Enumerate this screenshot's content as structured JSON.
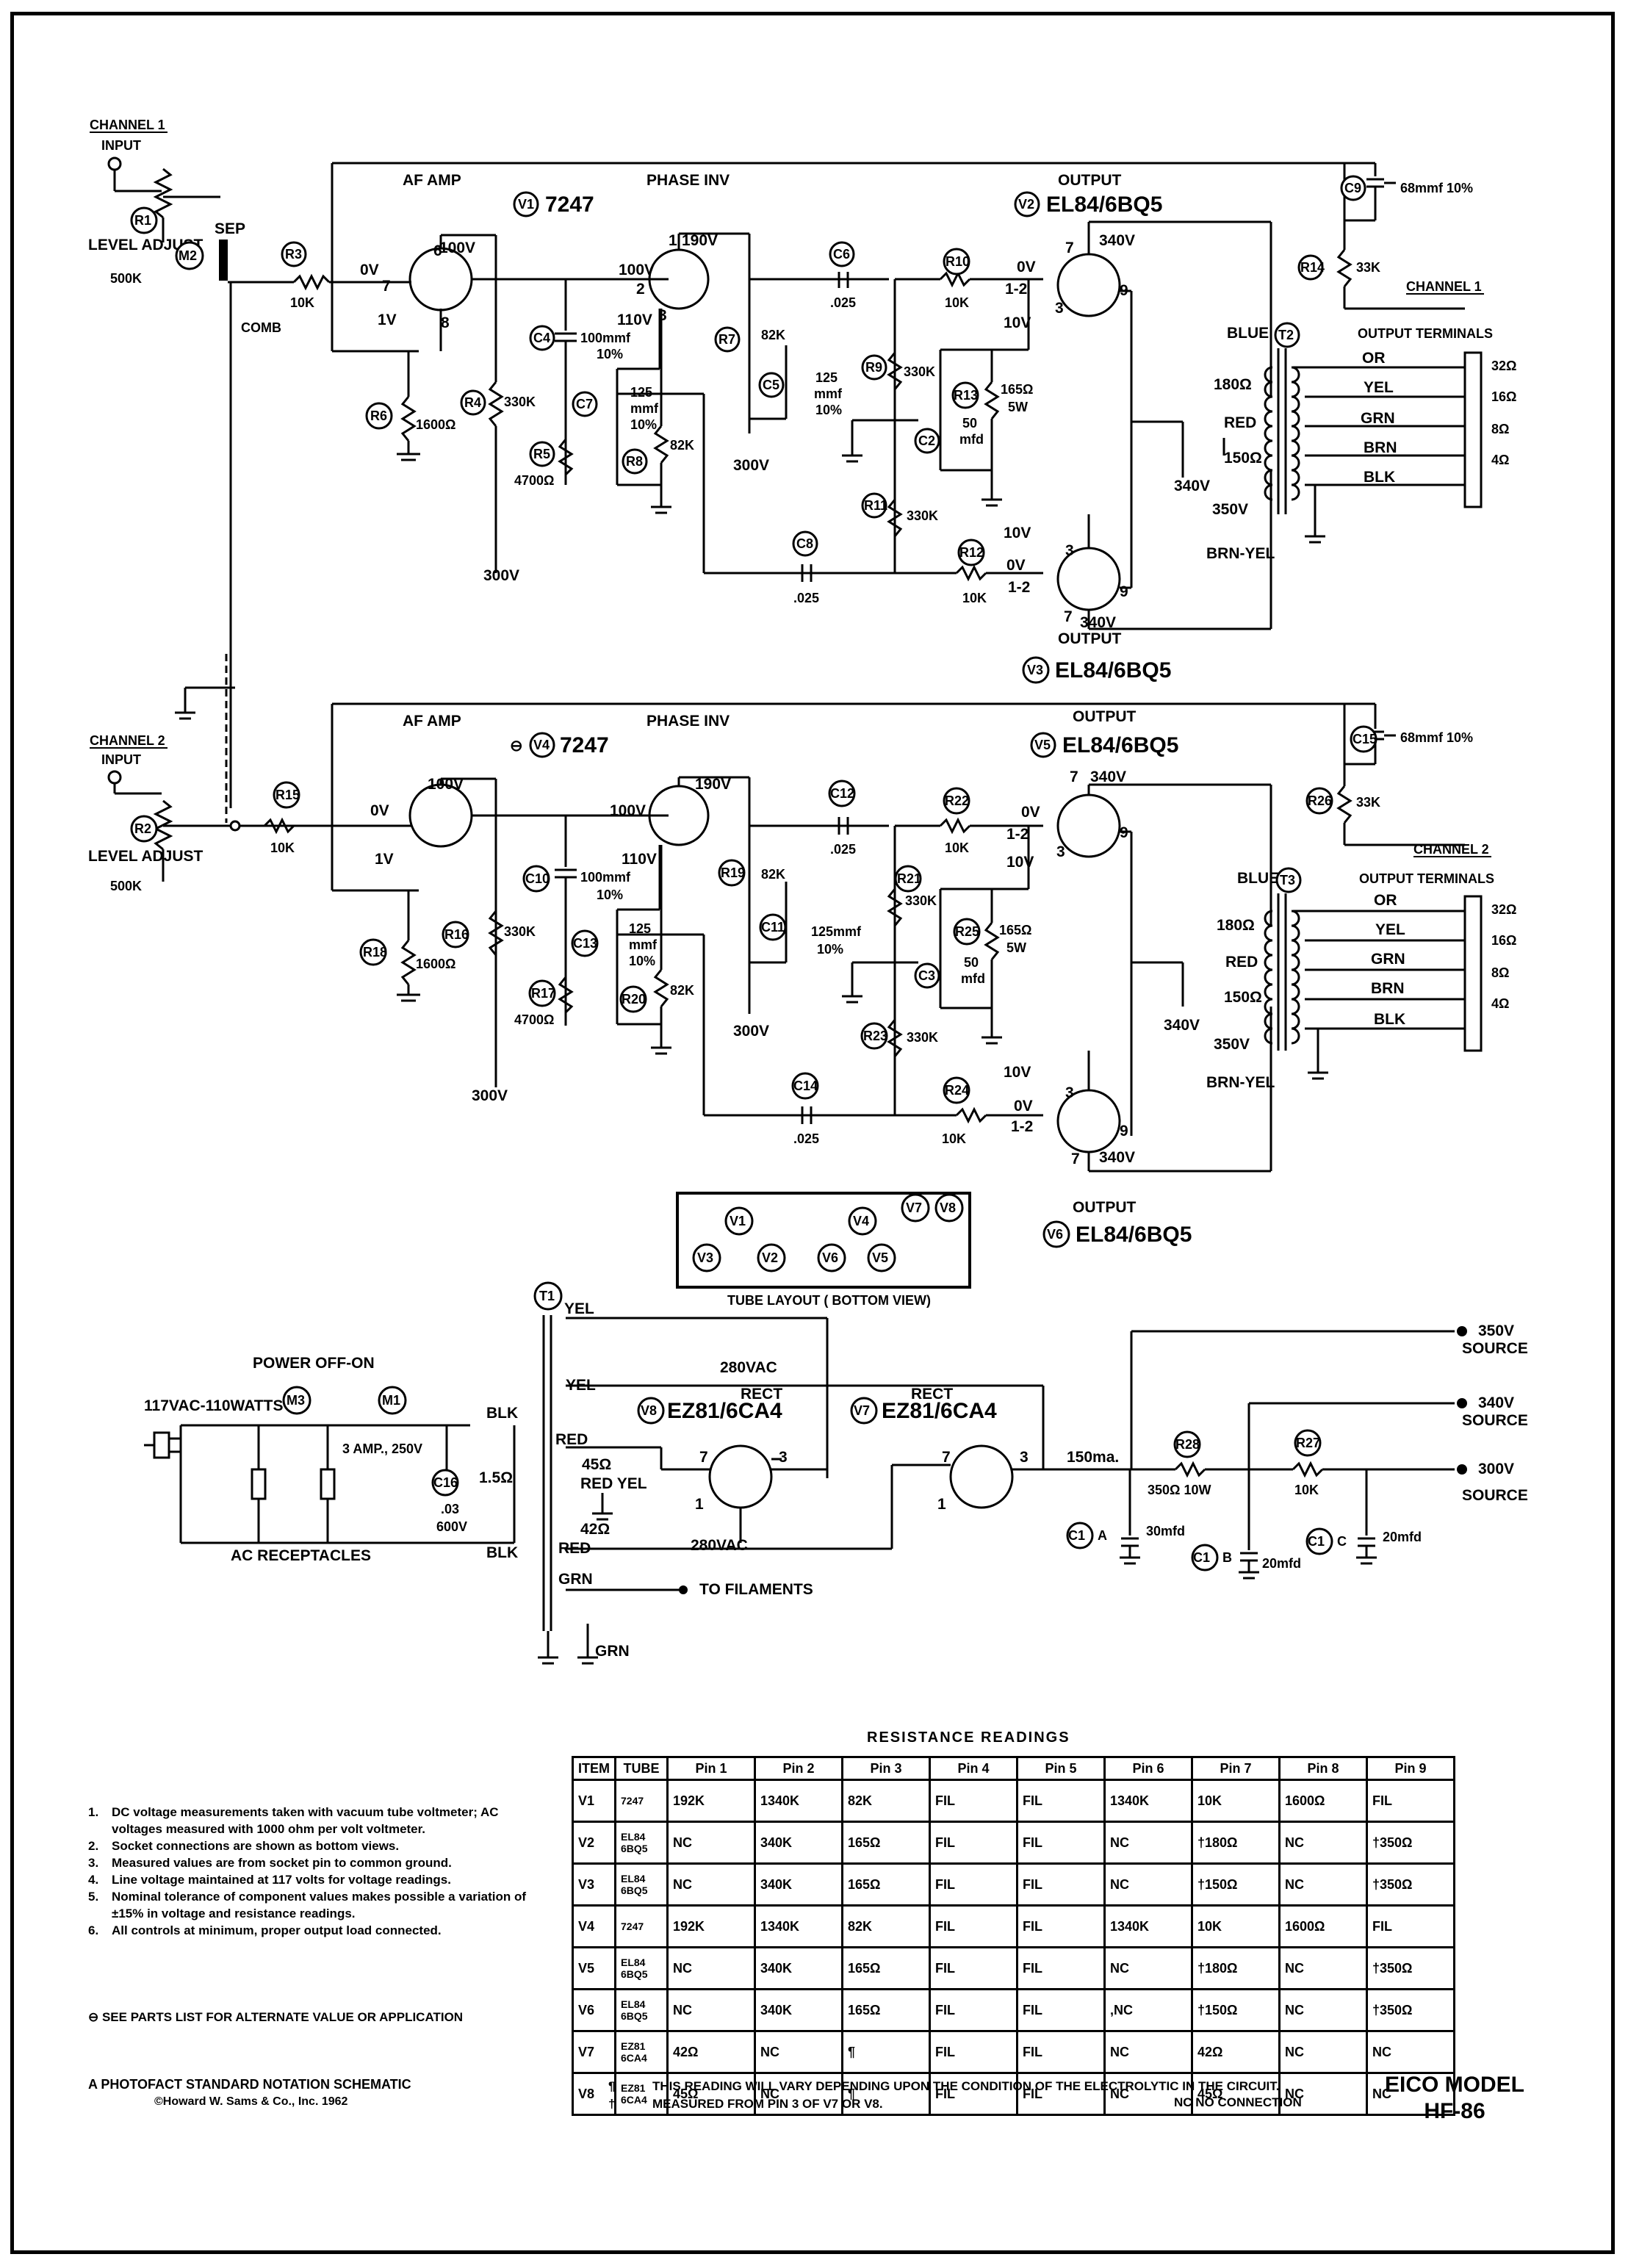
{
  "channel1": {
    "header": "CHANNEL 1",
    "input": "INPUT",
    "level_adjust": "LEVEL ADJUST",
    "pot_value": "500K",
    "sep": "SEP",
    "comb": "COMB",
    "af_amp": "AF AMP",
    "af_tube_label": "7247",
    "phase_inv": "PHASE INV",
    "output_top": "OUTPUT",
    "output_top_tube": "EL84/6BQ5",
    "output_bottom": "OUTPUT",
    "output_bottom_tube": "EL84/6BQ5",
    "terminals_header": "CHANNEL 1",
    "terminals": "OUTPUT TERMINALS",
    "c9_value": "68mmf 10%"
  },
  "channel2": {
    "header": "CHANNEL 2",
    "input": "INPUT",
    "level_adjust": "LEVEL ADJUST",
    "pot_value": "500K",
    "af_amp": "AF AMP",
    "af_tube_label": "7247",
    "phase_inv": "PHASE INV",
    "output_top": "OUTPUT",
    "output_top_tube": "EL84/6BQ5",
    "output_bottom": "OUTPUT",
    "output_bottom_tube": "EL84/6BQ5",
    "terminals_header": "CHANNEL 2",
    "terminals": "OUTPUT TERMINALS",
    "c15_value": "68mmf 10%"
  },
  "refs": {
    "r1": "R1",
    "r2": "R2",
    "m2": "M2",
    "r3": "R3",
    "r15": "R15",
    "r4": "R4",
    "r5": "R5",
    "r6": "R6",
    "r7": "R7",
    "r8": "R8",
    "r9": "R9",
    "r10": "R10",
    "r11": "R11",
    "r12": "R12",
    "r13": "R13",
    "r14": "R14",
    "r16": "R16",
    "r17": "R17",
    "r18": "R18",
    "r19": "R19",
    "r20": "R20",
    "r21": "R21",
    "r22": "R22",
    "r23": "R23",
    "r24": "R24",
    "r25": "R25",
    "r26": "R26",
    "r27": "R27",
    "r28": "R28",
    "c2": "C2",
    "c3": "C3",
    "c4": "C4",
    "c5": "C5",
    "c6": "C6",
    "c7": "C7",
    "c8": "C8",
    "c9": "C9",
    "c10": "C10",
    "c11": "C11",
    "c12": "C12",
    "c13": "C13",
    "c14": "C14",
    "c15": "C15",
    "c16": "C16",
    "c1": "C1",
    "v1": "V1",
    "v2": "V2",
    "v3": "V3",
    "v4": "V4",
    "v5": "V5",
    "v6": "V6",
    "v7": "V7",
    "v8": "V8",
    "t1": "T1",
    "t2": "T2",
    "t3": "T3",
    "m1": "M1",
    "m3": "M3"
  },
  "values": {
    "r3": "10K",
    "r15": "10K",
    "r4": "330K",
    "r16": "330K",
    "r5": "4700Ω",
    "r17": "4700Ω",
    "r6": "1600Ω",
    "r18": "1600Ω",
    "r7": "82K",
    "r19": "82K",
    "r8": "82K",
    "r20": "82K",
    "r9": "330K",
    "r21": "330K",
    "r11": "330K",
    "r23": "330K",
    "r10": "10K",
    "r22": "10K",
    "r12": "10K",
    "r24": "10K",
    "r13": "165Ω",
    "r25": "165Ω",
    "r13_w": "5W",
    "r25_w": "5W",
    "r14": "33K",
    "r26": "33K",
    "c4": "100mmf",
    "c10": "100mmf",
    "c4_tol": "10%",
    "c10_tol": "10%",
    "c7": "125",
    "c7_u": "mmf",
    "c7_tol": "10%",
    "c5": "125",
    "c5_u": "mmf",
    "c5_tol": "10%",
    "c11": "125mmf",
    "c11_tol": "10%",
    "c6": ".025",
    "c8": ".025",
    "c12": ".025",
    "c14": ".025",
    "c2": "50",
    "c2_u": "mfd",
    "c3": "50",
    "c3_u": "mfd",
    "c13": "125",
    "c13_u": "mmf",
    "c13_tol": "10%",
    "c16": ".03",
    "c16_v": "600V",
    "r28": "350Ω 10W",
    "r27": "10K",
    "c1a": "30mfd",
    "c1b": "20mfd",
    "c1c": "20mfd"
  },
  "voltages": {
    "v100": "100V",
    "v190": "190V",
    "v340": "340V",
    "v0": "0V",
    "v1": "1V",
    "v110": "110V",
    "v10": "10V",
    "v300": "300V",
    "v350": "350V",
    "pin12": "1-2",
    "v340_ac": "340V"
  },
  "transformer": {
    "blue": "BLUE",
    "red": "RED",
    "brn_yel": "BRN-YEL",
    "ohm180": "180Ω",
    "ohm150": "150Ω",
    "taps": [
      "OR",
      "YEL",
      "GRN",
      "BRN",
      "BLK"
    ],
    "tap_ohms": [
      "32Ω",
      "16Ω",
      "8Ω",
      "4Ω",
      ""
    ]
  },
  "tube_layout": {
    "caption": "TUBE LAYOUT ( BOTTOM VIEW)",
    "tubes": [
      "V1",
      "V4",
      "V7",
      "V8",
      "V3",
      "V2",
      "V6",
      "V5"
    ]
  },
  "power": {
    "off_on": "POWER OFF-ON",
    "line": "117VAC-110WATTS",
    "fuse": "3 AMP., 250V",
    "ac_receptacles": "AC RECEPTACLES",
    "blk1": "BLK",
    "blk2": "BLK",
    "ohm15": "1.5Ω",
    "yel1": "YEL",
    "yel2": "YEL",
    "red1": "RED",
    "red_yel": "RED YEL",
    "red2": "RED",
    "ohm45": "45Ω",
    "ohm42": "42Ω",
    "grn1": "GRN",
    "grn2": "GRN",
    "vac280a": "280VAC",
    "vac280b": "280VAC",
    "rect": "RECT",
    "rect_v8": "EZ81/6CA4",
    "rect_v7": "EZ81/6CA4",
    "filaments": "TO FILAMENTS",
    "ma150": "150ma.",
    "src350": "350V",
    "src340": "340V",
    "src300": "300V",
    "source": "SOURCE",
    "c1a_tag": "A",
    "c1b_tag": "B",
    "c1c_tag": "C"
  },
  "resistance": {
    "title": "RESISTANCE READINGS",
    "headers": [
      "ITEM",
      "TUBE",
      "Pin 1",
      "Pin 2",
      "Pin 3",
      "Pin 4",
      "Pin 5",
      "Pin 6",
      "Pin 7",
      "Pin 8",
      "Pin 9"
    ],
    "rows": [
      [
        "V1",
        "7247",
        "192K",
        "1340K",
        "82K",
        "FIL",
        "FIL",
        "1340K",
        "10K",
        "1600Ω",
        "FIL"
      ],
      [
        "V2",
        "EL84 6BQ5",
        "NC",
        "340K",
        "165Ω",
        "FIL",
        "FIL",
        "NC",
        "†180Ω",
        "NC",
        "†350Ω"
      ],
      [
        "V3",
        "EL84 6BQ5",
        "NC",
        "340K",
        "165Ω",
        "FIL",
        "FIL",
        "NC",
        "†150Ω",
        "NC",
        "†350Ω"
      ],
      [
        "V4",
        "7247",
        "192K",
        "1340K",
        "82K",
        "FIL",
        "FIL",
        "1340K",
        "10K",
        "1600Ω",
        "FIL"
      ],
      [
        "V5",
        "EL84 6BQ5",
        "NC",
        "340K",
        "165Ω",
        "FIL",
        "FIL",
        "NC",
        "†180Ω",
        "NC",
        "†350Ω"
      ],
      [
        "V6",
        "EL84 6BQ5",
        "NC",
        "340K",
        "165Ω",
        "FIL",
        "FIL",
        ",NC",
        "†150Ω",
        "NC",
        "†350Ω"
      ],
      [
        "V7",
        "EZ81 6CA4",
        "42Ω",
        "NC",
        "¶",
        "FIL",
        "FIL",
        "NC",
        "42Ω",
        "NC",
        "NC"
      ],
      [
        "V8",
        "EZ81 6CA4",
        "45Ω",
        "NC",
        "¶",
        "FIL",
        "FIL",
        "NC",
        "45Ω",
        "NC",
        "NC"
      ]
    ]
  },
  "notes": [
    {
      "num": "1.",
      "text": "DC voltage measurements taken with vacuum tube voltmeter; AC voltages measured with 1000 ohm per volt voltmeter."
    },
    {
      "num": "2.",
      "text": "Socket connections are shown as bottom views."
    },
    {
      "num": "3.",
      "text": "Measured values are from socket pin to common ground."
    },
    {
      "num": "4.",
      "text": "Line voltage maintained at 117 volts for voltage readings."
    },
    {
      "num": "5.",
      "text": "Nominal tolerance of component values makes possible a variation of ±15% in voltage and resistance readings."
    },
    {
      "num": "6.",
      "text": "All controls at minimum, proper output load connected."
    }
  ],
  "alt_note": "⊖ SEE PARTS LIST FOR ALTERNATE VALUE OR APPLICATION",
  "credit": {
    "line1": "A PHOTOFACT STANDARD NOTATION SCHEMATIC",
    "line2": "©Howard W. Sams & Co., Inc. 1962"
  },
  "footnotes": [
    {
      "sym": "¶",
      "text": "THIS READING WILL VARY DEPENDING UPON THE CONDITION OF THE ELECTROLYTIC IN THE CIRCUIT."
    },
    {
      "sym": "†",
      "text": "MEASURED FROM PIN 3 OF V7 OR V8."
    }
  ],
  "nc_note": "NC   NO CONNECTION",
  "model": {
    "line1": "EICO MODEL",
    "line2": "HF-86"
  }
}
